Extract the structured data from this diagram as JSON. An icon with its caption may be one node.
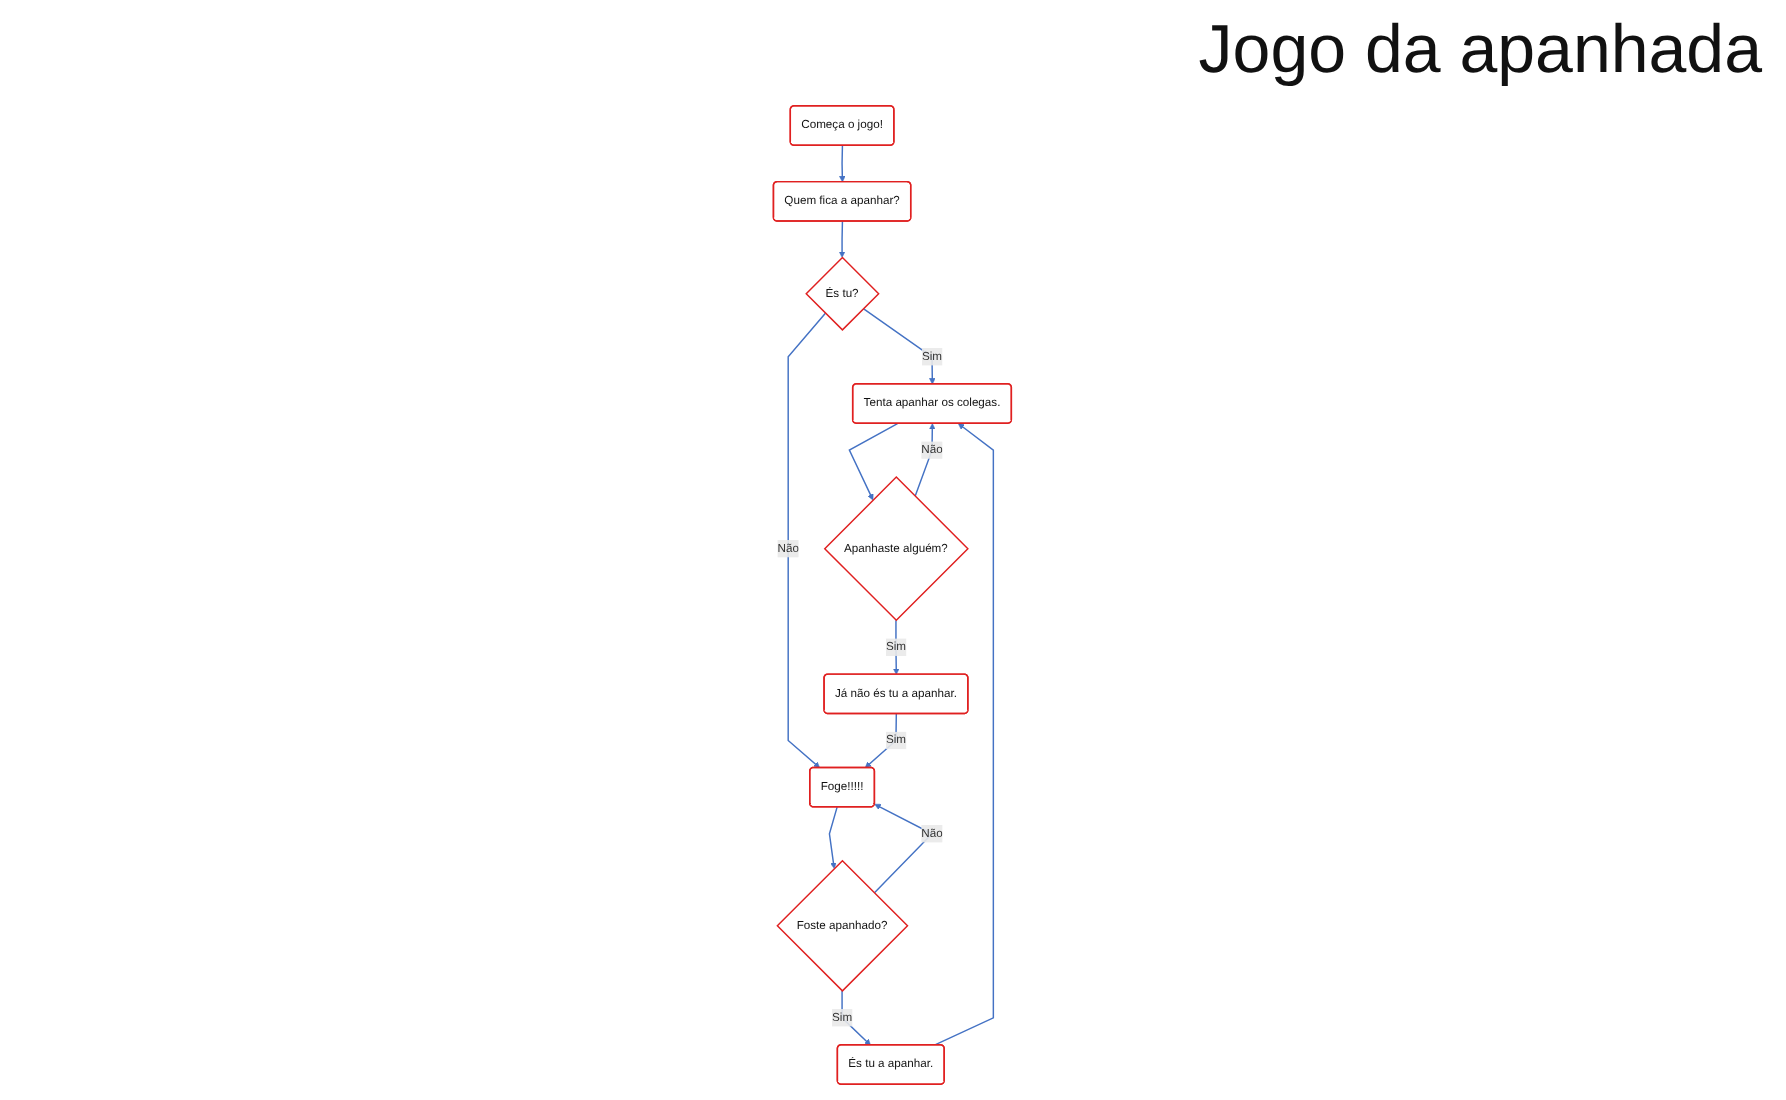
{
  "diagram": {
    "title": "Jogo da apanhada",
    "nodes": [
      {
        "text": [
          "Começa o jogo!"
        ]
      },
      {
        "text": [
          "Quem fica a apanhar?"
        ]
      },
      {
        "text": [
          "És tu?"
        ]
      },
      {
        "text": [
          "Tenta apanhar os colegas."
        ]
      },
      {
        "text": [
          "Foge!!!!!"
        ]
      },
      {
        "text": [
          "Apanhaste alguém?"
        ]
      },
      {
        "text": [
          "Foste apanhado?"
        ]
      },
      {
        "text": [
          "Já não és tu a apanhar."
        ]
      },
      {
        "text": [
          "És tu a apanhar."
        ]
      }
    ],
    "edges": [
      {
        "from": 0,
        "to": 1,
        "arrow": "to"
      },
      {
        "from": 1,
        "to": 2,
        "arrow": "to"
      },
      {
        "from": 2,
        "to": 3,
        "label": "Sim",
        "arrow": "to"
      },
      {
        "from": 2,
        "to": 4,
        "label": "Não",
        "arrow": "to"
      },
      {
        "from": 4,
        "to": 6,
        "arrow": "to"
      },
      {
        "from": 6,
        "to": 4,
        "label": "Não",
        "arrow": "to"
      },
      {
        "from": 3,
        "to": 5,
        "arrow": "to"
      },
      {
        "from": 5,
        "to": 3,
        "label": "Não",
        "arrow": "to"
      },
      {
        "from": 5,
        "to": 7,
        "label": "Sim",
        "arrow": "to"
      },
      {
        "from": 7,
        "to": 4,
        "label": "Sim",
        "arrow": "to"
      },
      {
        "from": 6,
        "to": 8,
        "label": "Sim",
        "arrow": "to"
      },
      {
        "from": 8,
        "to": 3,
        "arrow": "to"
      }
    ]
  }
}
